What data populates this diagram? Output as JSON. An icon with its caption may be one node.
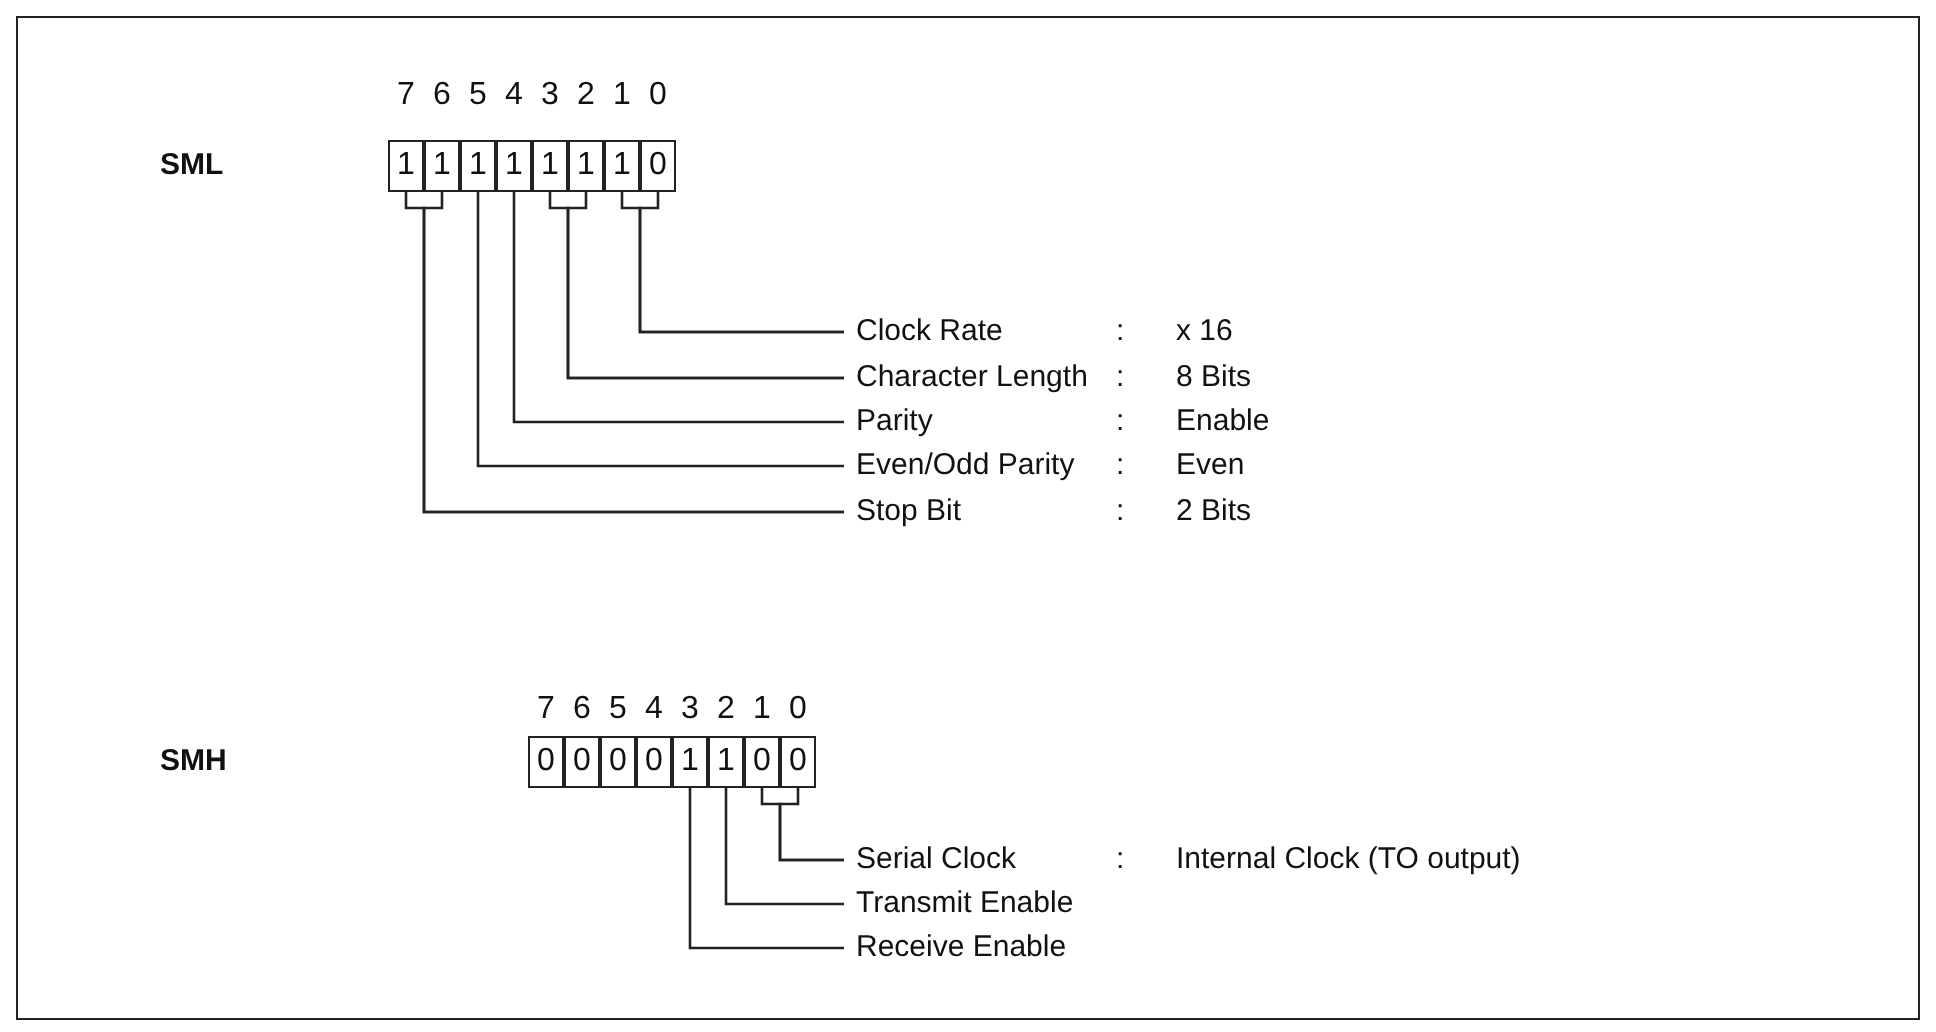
{
  "diagram": {
    "nodes": [
      {
        "text": [
          "1"
        ]
      },
      {
        "text": [
          "1"
        ]
      },
      {
        "text": [
          "1"
        ]
      },
      {
        "text": [
          "1"
        ]
      },
      {
        "text": [
          "1"
        ]
      },
      {
        "text": [
          "1"
        ]
      },
      {
        "text": [
          "1"
        ]
      },
      {
        "text": [
          "0"
        ]
      },
      {
        "text": [
          "Clock Rate"
        ],
        "beside": [
          ":",
          "x 16"
        ]
      },
      {
        "text": [
          "Character Length"
        ],
        "beside": [
          ":",
          "8 Bits"
        ]
      },
      {
        "text": [
          "Parity"
        ],
        "beside": [
          ":",
          "Enable"
        ]
      },
      {
        "text": [
          "Even/Odd Parity"
        ],
        "beside": [
          ":",
          "Even"
        ]
      },
      {
        "text": [
          "Stop Bit"
        ],
        "beside": [
          ":",
          "2 Bits"
        ]
      },
      {
        "text": [
          "0"
        ]
      },
      {
        "text": [
          "0"
        ]
      },
      {
        "text": [
          "0"
        ]
      },
      {
        "text": [
          "0"
        ]
      },
      {
        "text": [
          "1"
        ]
      },
      {
        "text": [
          "1"
        ]
      },
      {
        "text": [
          "0"
        ]
      },
      {
        "text": [
          "0"
        ]
      },
      {
        "text": [
          "Serial Clock"
        ],
        "beside": [
          ":",
          "Internal Clock (TO output)"
        ]
      },
      {
        "text": [
          "Transmit Enable"
        ]
      },
      {
        "text": [
          "Receive Enable"
        ]
      }
    ],
    "edges": [
      {
        "from": 8,
        "to": 6,
        "arrow": "none"
      },
      {
        "from": 8,
        "to": 7,
        "arrow": "none"
      },
      {
        "from": 9,
        "to": 4,
        "arrow": "none"
      },
      {
        "from": 9,
        "to": 5,
        "arrow": "none"
      },
      {
        "from": 10,
        "to": 3,
        "arrow": "none"
      },
      {
        "from": 11,
        "to": 2,
        "arrow": "none"
      },
      {
        "from": 12,
        "to": 0,
        "arrow": "none"
      },
      {
        "from": 12,
        "to": 1,
        "arrow": "none"
      },
      {
        "from": 21,
        "to": 19,
        "arrow": "none"
      },
      {
        "from": 21,
        "to": 20,
        "arrow": "none"
      },
      {
        "from": 22,
        "to": 18,
        "arrow": "none"
      },
      {
        "from": 23,
        "to": 17,
        "arrow": "none"
      }
    ],
    "labels": [
      "7",
      "6",
      "5",
      "4",
      "3",
      "2",
      "1",
      "0",
      "SML",
      "7",
      "6",
      "5",
      "4",
      "3",
      "2",
      "1",
      "0",
      "SMH"
    ]
  }
}
